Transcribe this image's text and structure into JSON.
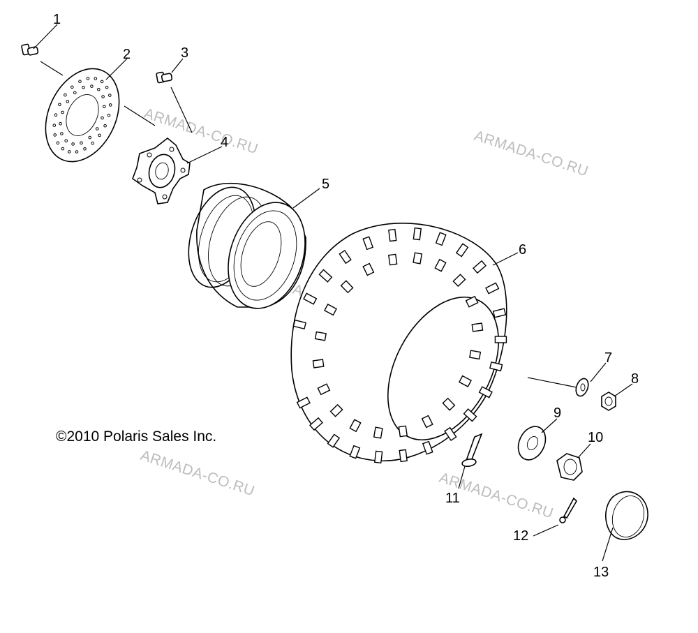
{
  "copyright": "©2010 Polaris Sales Inc.",
  "watermark": "ARMADA-CO.RU",
  "callouts": {
    "c1": "1",
    "c2": "2",
    "c3": "3",
    "c4": "4",
    "c5": "5",
    "c6": "6",
    "c7": "7",
    "c8": "8",
    "c9": "9",
    "c10": "10",
    "c11": "11",
    "c12": "12",
    "c13": "13"
  }
}
